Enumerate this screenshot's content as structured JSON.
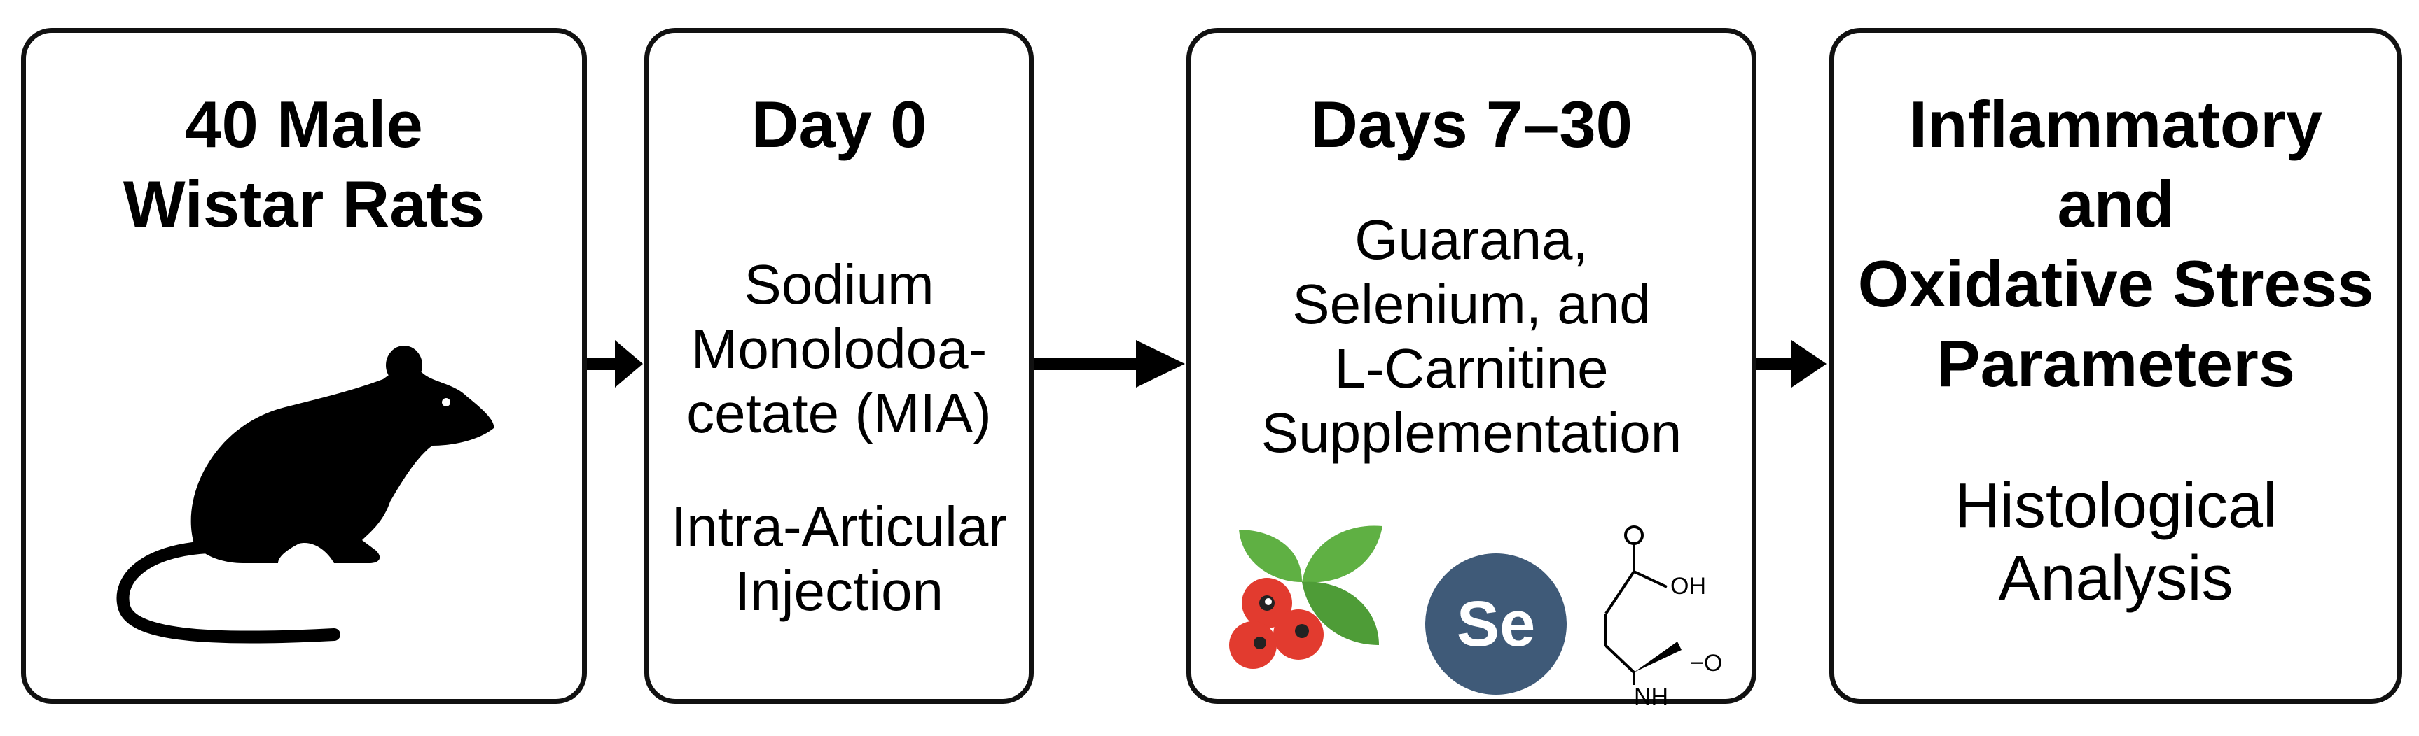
{
  "steps": [
    {
      "title_lines": [
        "40 Male",
        "Wistar Rats"
      ]
    },
    {
      "title": "Day 0",
      "substance_lines": [
        "Sodium",
        "Monolodoa-",
        "cetate (MIA)"
      ],
      "route_lines": [
        "Intra-Articular",
        "Injection"
      ]
    },
    {
      "title": "Days 7–30",
      "supplement_lines": [
        "Guarana,",
        "Selenium, and",
        "L-Carnitine",
        "Supplementation"
      ],
      "icons": {
        "guarana": "guarana-berries-icon",
        "selenium_label": "Se",
        "carnitine_oh": "OH",
        "carnitine_o": "−O",
        "carnitine_nh": "NH"
      }
    },
    {
      "title_lines": [
        "Inflammatory",
        "and",
        "Oxidative Stress",
        "Parameters"
      ],
      "analysis_lines": [
        "Histological",
        "Analysis"
      ]
    }
  ],
  "colors": {
    "box_border": "#111111",
    "guarana_berry": "#e23b2f",
    "guarana_leaf": "#5fb043",
    "selenium_badge": "#3f5a78"
  }
}
